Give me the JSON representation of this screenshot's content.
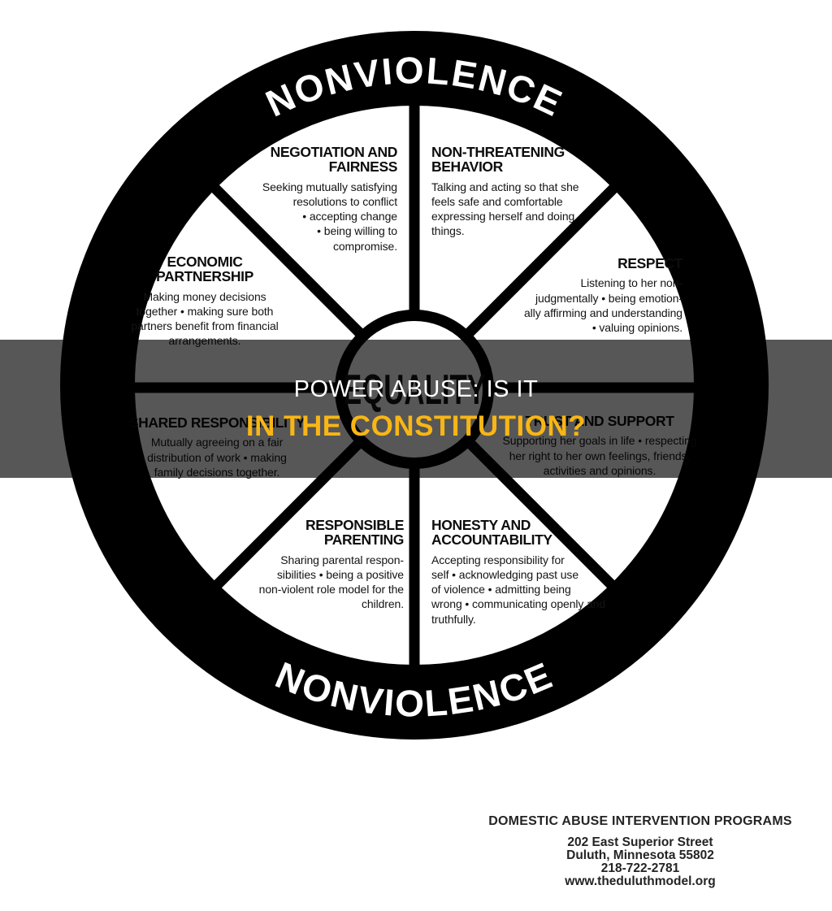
{
  "banner": {
    "line1": "POWER ABUSE: IS IT",
    "line2": "IN THE CONSTITUTION?"
  },
  "wheel": {
    "outer_label_top": "NONVIOLENCE",
    "outer_label_bottom": "NONVIOLENCE",
    "center_label": "EQUALITY",
    "segments": [
      {
        "id": "negotiation-and-fairness",
        "title": "NEGOTIATION AND\nFAIRNESS",
        "body": "Seeking mutually satisfying\nresolutions to conflict\n• accepting change\n• being willing to\ncompromise."
      },
      {
        "id": "non-threatening-behavior",
        "title": "NON-THREATENING\nBEHAVIOR",
        "body": "Talking and acting so that she\nfeels safe and comfortable\nexpressing herself and doing\nthings."
      },
      {
        "id": "economic-partnership",
        "title": "ECONOMIC\nPARTNERSHIP",
        "body": "Making money decisions\ntogether • making sure both\npartners benefit from financial\narrangements."
      },
      {
        "id": "respect",
        "title": "RESPECT",
        "body": "Listening to her non-\njudgmentally • being emotion-\nally affirming and understanding\n• valuing opinions."
      },
      {
        "id": "shared-responsibility",
        "title": "SHARED RESPONSIBILITY",
        "body": "Mutually agreeing on a fair\ndistribution of work • making\nfamily decisions together."
      },
      {
        "id": "trust-and-support",
        "title": "TRUST AND SUPPORT",
        "body": "Supporting her goals in life • respecting\nher right to her own feelings, friends,\nactivities and opinions."
      },
      {
        "id": "responsible-parenting",
        "title": "RESPONSIBLE\nPARENTING",
        "body": "Sharing parental respon-\nsibilities • being a positive\nnon-violent role model for the\nchildren."
      },
      {
        "id": "honesty-and-accountability",
        "title": "HONESTY AND\nACCOUNTABILITY",
        "body": "Accepting responsibility for\nself • acknowledging past use\nof violence • admitting being\nwrong • communicating openly and\ntruthfully."
      }
    ]
  },
  "footer": {
    "org": "DOMESTIC ABUSE INTERVENTION PROGRAMS",
    "address_line1": "202 East Superior Street",
    "address_line2": "Duluth, Minnesota 55802",
    "phone": "218-722-2781",
    "website": "www.theduluthmodel.org"
  },
  "colors": {
    "banner_overlay": "rgba(0,0,0,0.66)",
    "banner_line1": "#ffffff",
    "banner_line2": "#f8b616",
    "wheel_ink": "#000000",
    "background": "#ffffff"
  }
}
